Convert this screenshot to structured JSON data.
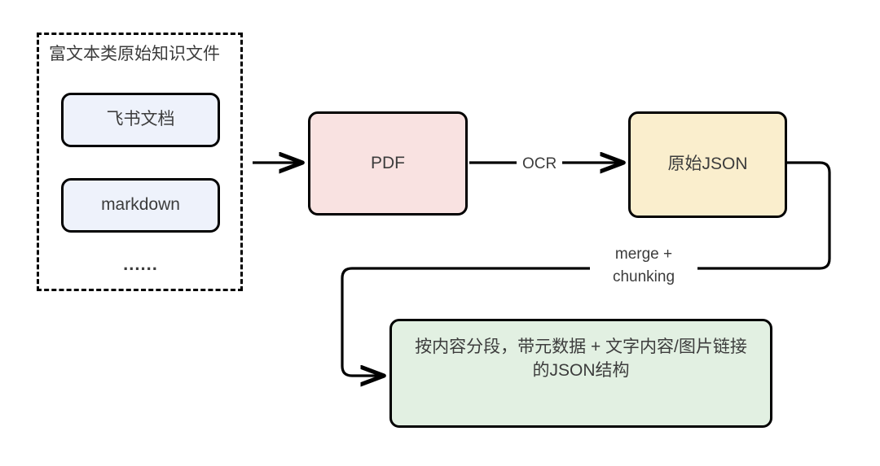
{
  "diagram": {
    "title_hidden": "",
    "groups": [
      {
        "id": "rich-text-sources",
        "label": "富文本类原始知识文件",
        "border_style": "dashed",
        "border_color": "#000000"
      }
    ],
    "nodes": [
      {
        "id": "feishu-doc",
        "label": "飞书文档",
        "fill": "#eef2fb"
      },
      {
        "id": "markdown",
        "label": "markdown",
        "fill": "#eef2fb"
      },
      {
        "id": "ellipsis",
        "label": "......",
        "fill": "transparent"
      },
      {
        "id": "pdf",
        "label": "PDF",
        "fill": "#f9e2e1"
      },
      {
        "id": "raw-json",
        "label": "原始JSON",
        "fill": "#faeecd"
      },
      {
        "id": "chunked-json",
        "label": "按内容分段，带元数据 + 文字内容/图片链接的JSON结构",
        "fill": "#e2f0e2"
      }
    ],
    "edges": [
      {
        "id": "sources-to-pdf",
        "label": "",
        "from": "rich-text-sources",
        "to": "pdf"
      },
      {
        "id": "pdf-to-raw-json",
        "label": "OCR",
        "from": "pdf",
        "to": "raw-json"
      },
      {
        "id": "raw-json-to-chunked-json",
        "label_line1": "merge +",
        "label_line2": "chunking",
        "from": "raw-json",
        "to": "chunked-json"
      }
    ],
    "colors": {
      "stroke": "#000000",
      "text": "#3c3c3c",
      "background": "#ffffff",
      "blue_fill": "#eef2fb",
      "pink_fill": "#f9e2e1",
      "yellow_fill": "#faeecd",
      "green_fill": "#e2f0e2"
    }
  }
}
